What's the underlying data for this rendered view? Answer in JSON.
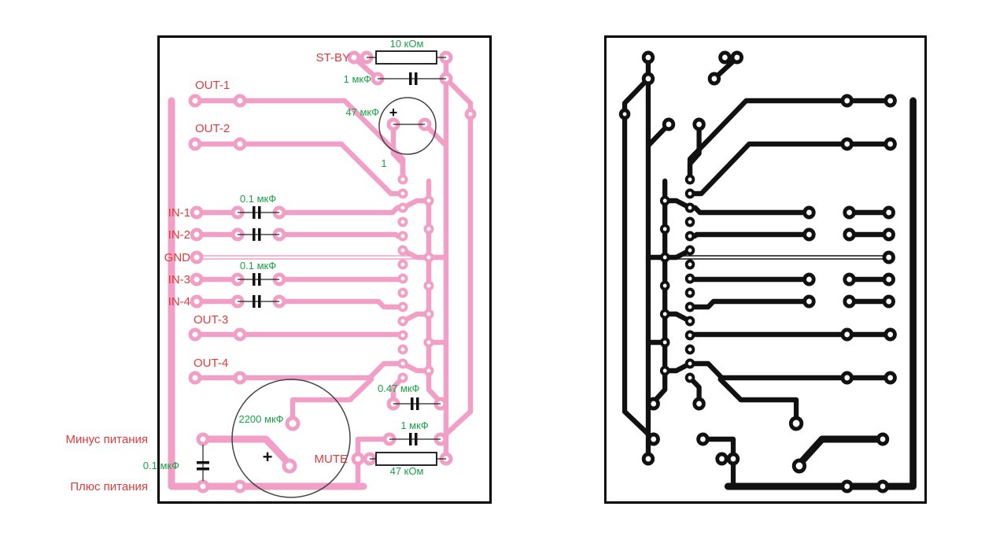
{
  "colors": {
    "trace_pink": "#f19fc6",
    "trace_black": "#111111",
    "label_red": "#e03b3b",
    "label_green": "#18a245",
    "board_outline": "#000000"
  },
  "left_board": {
    "labels": {
      "st_by": "ST-BY",
      "out1": "OUT-1",
      "out2": "OUT-2",
      "in1": "IN-1",
      "in2": "IN-2",
      "gnd": "GND",
      "in3": "IN-3",
      "in4": "IN-4",
      "out3": "OUT-3",
      "out4": "OUT-4",
      "mute": "MUTE",
      "minus_power": "Минус питания",
      "plus_power": "Плюс питания",
      "r_10k": "10 кОм",
      "c_1uf_top": "1 мкФ",
      "c_47uf": "47 мкФ",
      "ic_pin1": "1",
      "c_01uf_in12": "0.1 мкФ",
      "c_01uf_in34": "0.1 мкФ",
      "c_047uf": "0.47 мкФ",
      "c_2200uf": "2200 мкФ",
      "c_1uf_bottom": "1 мкФ",
      "r_47k": "47 кОм",
      "c_01uf_power": "0.1 мкФ",
      "plus_top": "+",
      "plus_bottom": "+"
    }
  }
}
